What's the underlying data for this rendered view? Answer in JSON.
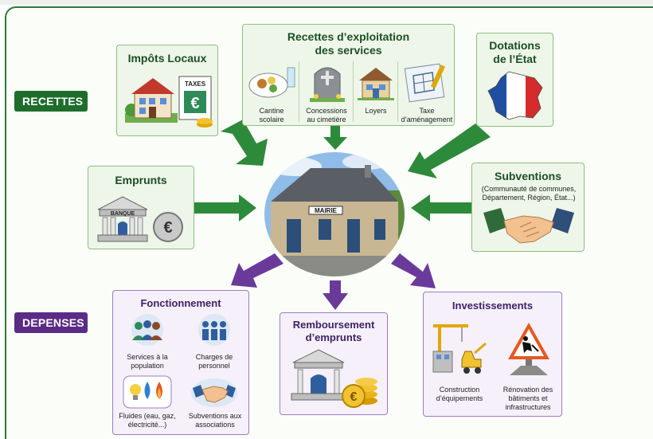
{
  "labels": {
    "recettes": "RECETTES",
    "depenses": "DEPENSES"
  },
  "recettes": {
    "impots": {
      "title": "Impôts Locaux",
      "doc_label": "TAXES",
      "currency": "€"
    },
    "services": {
      "title_line1": "Recettes d’exploitation",
      "title_line2": "des services",
      "items": [
        {
          "line1": "Cantine",
          "line2": "scolaire"
        },
        {
          "line1": "Concessions",
          "line2": "au cimetière"
        },
        {
          "line1": "Loyers",
          "line2": ""
        },
        {
          "line1": "Taxe",
          "line2": "d’aménagement"
        }
      ]
    },
    "dotations": {
      "title_line1": "Dotations",
      "title_line2": "de l’État"
    },
    "emprunts": {
      "title": "Emprunts",
      "bank_label": "BANQUE",
      "currency": "€"
    },
    "subventions": {
      "title": "Subventions",
      "detail_line1": "(Communauté de communes,",
      "detail_line2": "Département, Région, État...)"
    }
  },
  "center": {
    "sign": "MAIRIE"
  },
  "depenses": {
    "fonctionnement": {
      "title": "Fonctionnement",
      "items": [
        {
          "line1": "Services à la",
          "line2": "population"
        },
        {
          "line1": "Charges de",
          "line2": "personnel"
        },
        {
          "line1": "Fluides (eau, gaz,",
          "line2": "électricité...)"
        },
        {
          "line1": "Subventions aux",
          "line2": "associations"
        }
      ]
    },
    "remboursement": {
      "title_line1": "Remboursement",
      "title_line2": "d’emprunts",
      "currency": "€"
    },
    "investissements": {
      "title": "Investissements",
      "items": [
        {
          "line1": "Construction",
          "line2": "d’équipements",
          "line3": ""
        },
        {
          "line1": "Rénovation des",
          "line2": "bâtiments et",
          "line3": "infrastructures"
        }
      ]
    }
  },
  "colors": {
    "green_dark": "#1e6d2d",
    "green_arrow": "#2d8a3a",
    "purple_dark": "#5b2c86",
    "purple_arrow": "#6a3a9a",
    "green_box": "#eef6e9",
    "purple_box": "#f5f0fa"
  }
}
